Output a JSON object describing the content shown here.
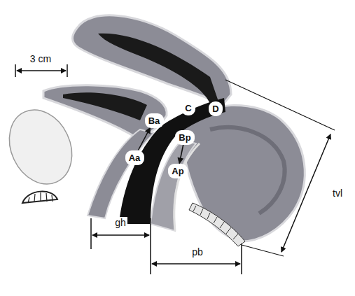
{
  "diagram": {
    "nodes": [
      {
        "text": [
          "D"
        ]
      },
      {
        "text": [
          "C"
        ]
      },
      {
        "text": [
          "Ba"
        ]
      },
      {
        "text": [
          "Aa"
        ]
      },
      {
        "text": [
          "Bp"
        ]
      },
      {
        "text": [
          "Ap"
        ]
      }
    ],
    "edges": [
      {
        "from": 3,
        "to": 2,
        "arrow": "to"
      },
      {
        "from": 4,
        "to": 5,
        "arrow": "to"
      }
    ],
    "labels": [
      "3 cm",
      "gh",
      "pb",
      "tvl"
    ]
  }
}
